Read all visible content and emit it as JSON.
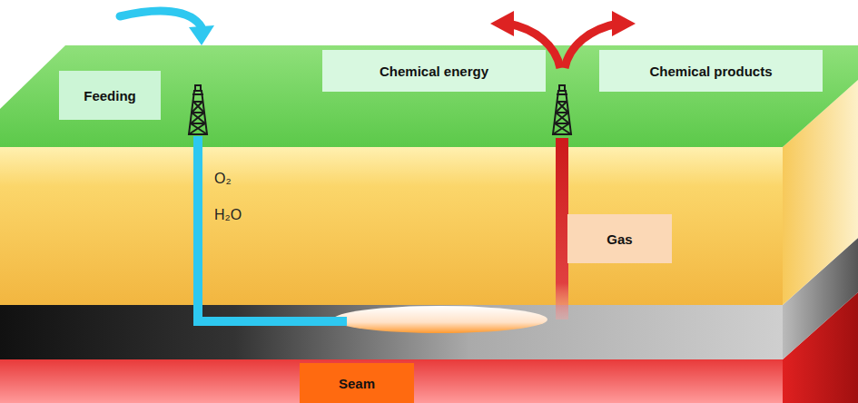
{
  "diagram": {
    "nodes": [
      {
        "text": [
          "Feeding"
        ]
      },
      {
        "text": [
          "Chemical energy"
        ]
      },
      {
        "text": [
          "Chemical products"
        ]
      },
      {
        "text": [
          "Gas"
        ]
      },
      {
        "text": [
          "Seam"
        ]
      }
    ],
    "labels": [
      "O₂",
      "H₂O"
    ]
  }
}
